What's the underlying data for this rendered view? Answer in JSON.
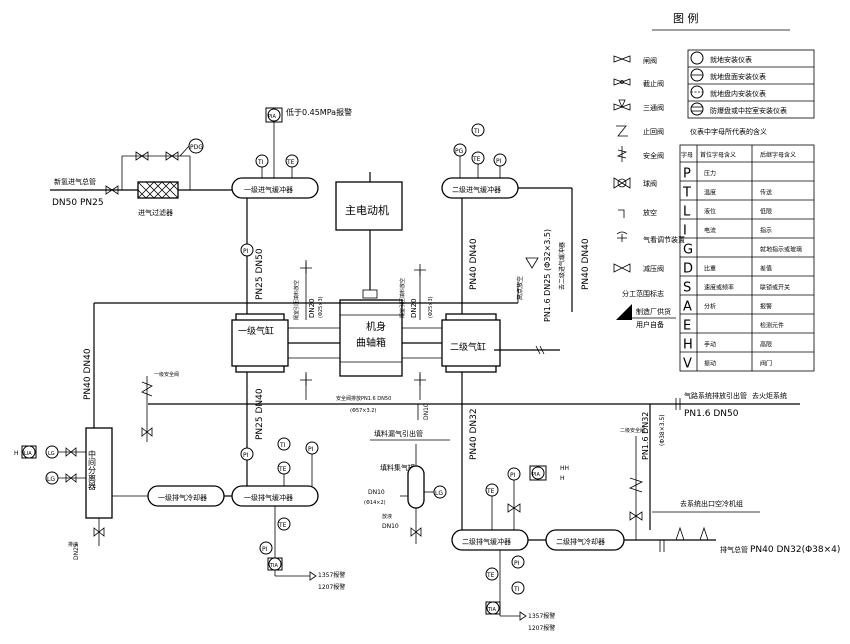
{
  "legend": {
    "title": "图    例",
    "symbols": [
      {
        "icon": "gate-valve-icon",
        "label": "闸阀"
      },
      {
        "icon": "globe-valve-icon",
        "label": "截止阀"
      },
      {
        "icon": "three-way-valve-icon",
        "label": "三通阀"
      },
      {
        "icon": "check-valve-icon",
        "label": "止回阀"
      },
      {
        "icon": "safety-valve-icon",
        "label": "安全阀"
      },
      {
        "icon": "ball-valve-icon",
        "label": "球阀"
      },
      {
        "icon": "butterfly-valve-icon",
        "label": "放空"
      },
      {
        "icon": "pneumatic-control-icon",
        "label": "气看调节装置"
      },
      {
        "icon": "pressure-reducing-valve-icon",
        "label": "减压阀"
      }
    ],
    "instrument_types": [
      "就地安装仪表",
      "就地盘面安装仪表",
      "就地盘内安装仪表",
      "防爆盘或中控室安装仪表"
    ],
    "letter_table_title": "仪表中字母所代表的含义",
    "letter_headers": [
      "字母",
      "首位字母含义",
      "后继字母含义"
    ],
    "letters": [
      {
        "letter": "P",
        "first": "压力",
        "second": ""
      },
      {
        "letter": "T",
        "first": "温度",
        "second": "传送"
      },
      {
        "letter": "L",
        "first": "液位",
        "second": "低限"
      },
      {
        "letter": "I",
        "first": "电流",
        "second": "指示"
      },
      {
        "letter": "G",
        "first": "",
        "second": "就地指示或玻璃"
      },
      {
        "letter": "D",
        "first": "比重",
        "second": "差值"
      },
      {
        "letter": "S",
        "first": "速度或频率",
        "second": "联锁或开关"
      },
      {
        "letter": "A",
        "first": "分析",
        "second": "报警"
      },
      {
        "letter": "E",
        "first": "",
        "second": "检测元件"
      },
      {
        "letter": "H",
        "first": "手动",
        "second": "高限"
      },
      {
        "letter": "V",
        "first": "振动",
        "second": "阀门"
      }
    ],
    "scope_label": "分工范围标志",
    "scope_left": "制造厂供货",
    "scope_right": "用户自备"
  },
  "equipment": {
    "motor": "主电动机",
    "crankcase_line1": "机身",
    "crankcase_line2": "曲轴箱",
    "cyl1": "一级气缸",
    "cyl2": "二级气缸",
    "in_buffer1": "一级进气缓冲器",
    "in_buffer2": "二级进气缓冲器",
    "out_buffer1": "一级排气缓冲器",
    "out_buffer2": "二级排气缓冲器",
    "cooler1": "一级排气冷却器",
    "cooler2": "二级排气冷却器",
    "separator": "中间分离器",
    "filter": "进气过滤器",
    "drain_tank": "填料集气罐"
  },
  "labels": {
    "inlet_pipe": "新氢进气总管",
    "inlet_spec": "DN50 PN25",
    "pressure_alarm": "低于0.45MPa报警",
    "pn25_dn50": "PN25 DN50",
    "pn40_dn40_a": "PN40 DN40",
    "pn40_dn40_b": "PN40 DN40",
    "pn16_dn25": "PN1.6 DN25 (Φ32×3.5)",
    "bypass_note": "去二级进气缓冲器",
    "pn40_dn40_sep": "PN40 DN40",
    "pn25_dn40": "PN25 DN40",
    "pn40_dn32": "PN40 DN32",
    "dn20_a": "DN20",
    "dn20_a_spec": "(Φ25×3)",
    "dn20_b": "DN20",
    "dn20_b_spec": "(Φ25×3)",
    "packing_note_a": "隔室引压填料放空",
    "packing_note_b": "隔室引压填料放空",
    "vent": "高点放空",
    "rupture": "安全阀排放PN1.6 DN50",
    "rupture_spec": "(Φ57×3.2)",
    "dn10": "DN10",
    "packing_leak": "填料漏气引出管",
    "torch": "气路系统排放引出管",
    "torch_to": "去火炬系统",
    "torch_spec": "PN1.6 DN50",
    "pn16_dn32": "PN1.6 DN32",
    "pn16_dn32_spec": "(Φ38×3.5)",
    "safety_a": "一级安全阀",
    "safety_b": "二级安全阀",
    "drain_dn10": "DN10",
    "drain_dn10_spec": "(Φ14×2)",
    "drain_dn10_b": "DN10",
    "drain_word": "放液",
    "drain_word2": "排液",
    "sep_drain": "排液",
    "sep_drain_spec": "DN25",
    "outlet_main": "去系统出口空冷机组",
    "outlet_pipe": "排气总管",
    "outlet_spec": "PN40 DN32(Φ38×4)",
    "alarm_a1": "1357报警",
    "alarm_a2": "1207报警",
    "alarm_b1": "1357报警",
    "alarm_b2": "1207报警",
    "hh": "HH",
    "h": "H",
    "h2": "H"
  },
  "instruments": {
    "pdg": "PDG",
    "pi": "PI",
    "ti": "TI",
    "te": "TE",
    "pia": "PIA",
    "pg": "PG",
    "lg": "LG",
    "lia": "LIA",
    "tia": "TIA"
  }
}
